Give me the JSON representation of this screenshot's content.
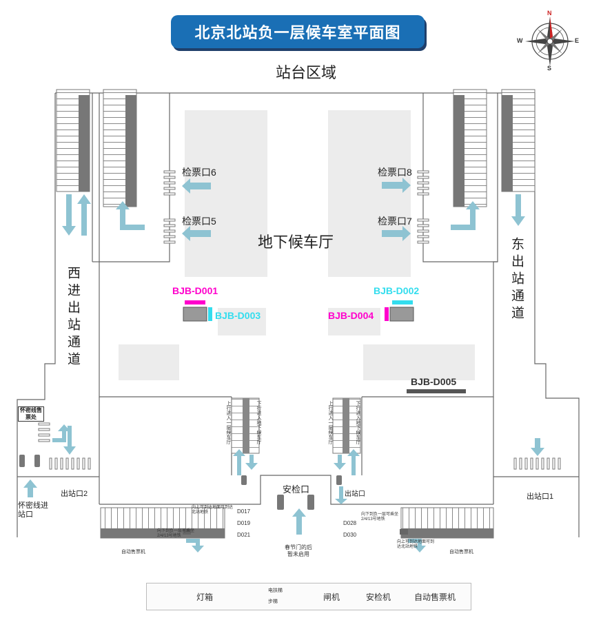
{
  "title": "北京北站负一层候车室平面图",
  "compass": {
    "n": "N",
    "s": "S",
    "e": "E",
    "w": "W"
  },
  "areas": {
    "platform": "站台区域",
    "hall": "地下候车厅",
    "west_passage": "西进出站通道",
    "east_passage": "东出站通道",
    "security": "安检口",
    "huaimi_ticket": "怀密线售票处",
    "huaimi_entrance": "怀密线进站口",
    "exit2": "出站口2",
    "exit1": "出站口1",
    "exit_small": "出站口"
  },
  "gates": {
    "g6": "检票口6",
    "g5": "检票口5",
    "g8": "检票口8",
    "g7": "检票口7"
  },
  "boxes": {
    "d001": "BJB-D001",
    "d002": "BJB-D002",
    "d003": "BJB-D003",
    "d004": "BJB-D004",
    "d005": "BJB-D005"
  },
  "small_codes": {
    "d017": "D017",
    "d019": "D019",
    "d021": "D021",
    "d028": "D028",
    "d030": "D030"
  },
  "notes": {
    "stair_left_up": "上行进入一层候车厅",
    "stair_left_down": "下行进入地下候车厅",
    "stair_right_up": "上行进入一层候车厅",
    "stair_right_down": "下行进入地下候车厅",
    "left_up_note": "向上可到达地面可到达北站地铁",
    "left_down_note": "向下到负一层可乘坐2/4/13号地铁",
    "right_down_note": "向下到负一层可乘坐2/4/13号地铁",
    "right_up_note": "向上可到达地面可到达北站地铁",
    "ticket_machine_left": "自动售票机",
    "ticket_machine_right": "自动售票机",
    "security_door": "春节门的后暂未启用"
  },
  "legend": {
    "lightbox": "灯箱",
    "escalator": "电扶梯",
    "stairs": "步梯",
    "gate": "闸机",
    "security_machine": "安检机",
    "ticket_machine": "自动售票机"
  },
  "colors": {
    "magenta": "#ff00cc",
    "cyan": "#33ddee",
    "arrow": "#8ec3d2",
    "title_bg": "#1a6fb5"
  }
}
